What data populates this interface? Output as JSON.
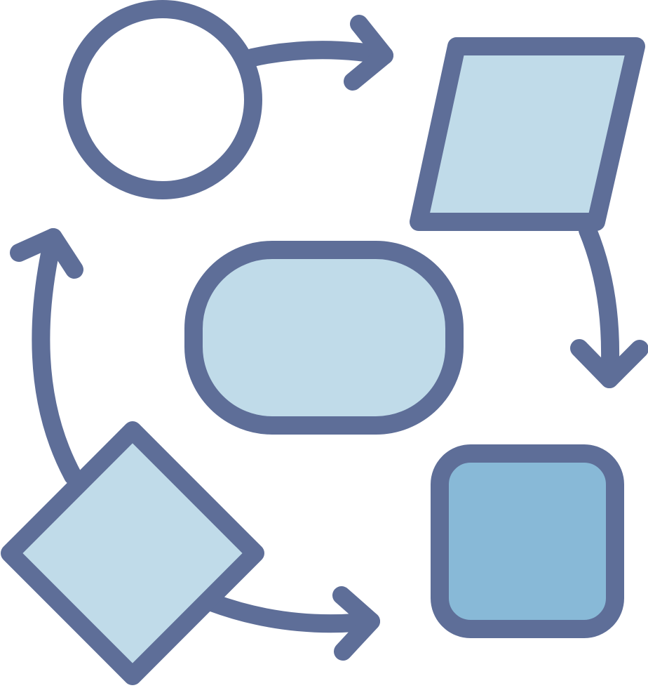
{
  "icon": {
    "name": "flowchart-process-icon",
    "colors": {
      "outline": "#5e6e98",
      "light_fill": "#c0dbe9",
      "medium_fill": "#88b9d7",
      "background": "#ffffff"
    },
    "shapes": [
      {
        "id": "start-circle",
        "kind": "circle",
        "fill": "white"
      },
      {
        "id": "input-parallelogram",
        "kind": "parallelogram",
        "fill": "light"
      },
      {
        "id": "center-terminator",
        "kind": "rounded-rectangle",
        "fill": "light"
      },
      {
        "id": "process-square",
        "kind": "rounded-square",
        "fill": "medium"
      },
      {
        "id": "decision-diamond",
        "kind": "diamond",
        "fill": "light"
      }
    ],
    "connectors": [
      {
        "from": "start-circle",
        "to": "input-parallelogram"
      },
      {
        "from": "input-parallelogram",
        "to": "process-square"
      },
      {
        "from": "decision-diamond",
        "to": "process-square"
      },
      {
        "from": "decision-diamond",
        "to": "start-circle"
      }
    ]
  }
}
